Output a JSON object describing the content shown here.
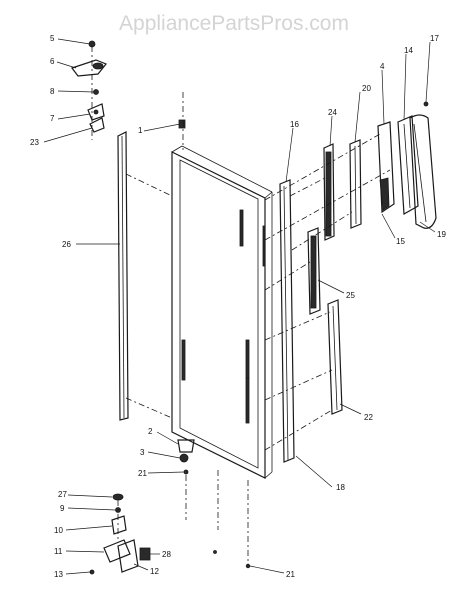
{
  "watermark": "AppliancePartsPros.com",
  "callouts": [
    "5",
    "6",
    "8",
    "7",
    "23",
    "1",
    "26",
    "16",
    "24",
    "20",
    "4",
    "14",
    "17",
    "15",
    "19",
    "25",
    "22",
    "18",
    "2",
    "3",
    "21",
    "27",
    "9",
    "10",
    "11",
    "28",
    "12",
    "13",
    "21"
  ]
}
